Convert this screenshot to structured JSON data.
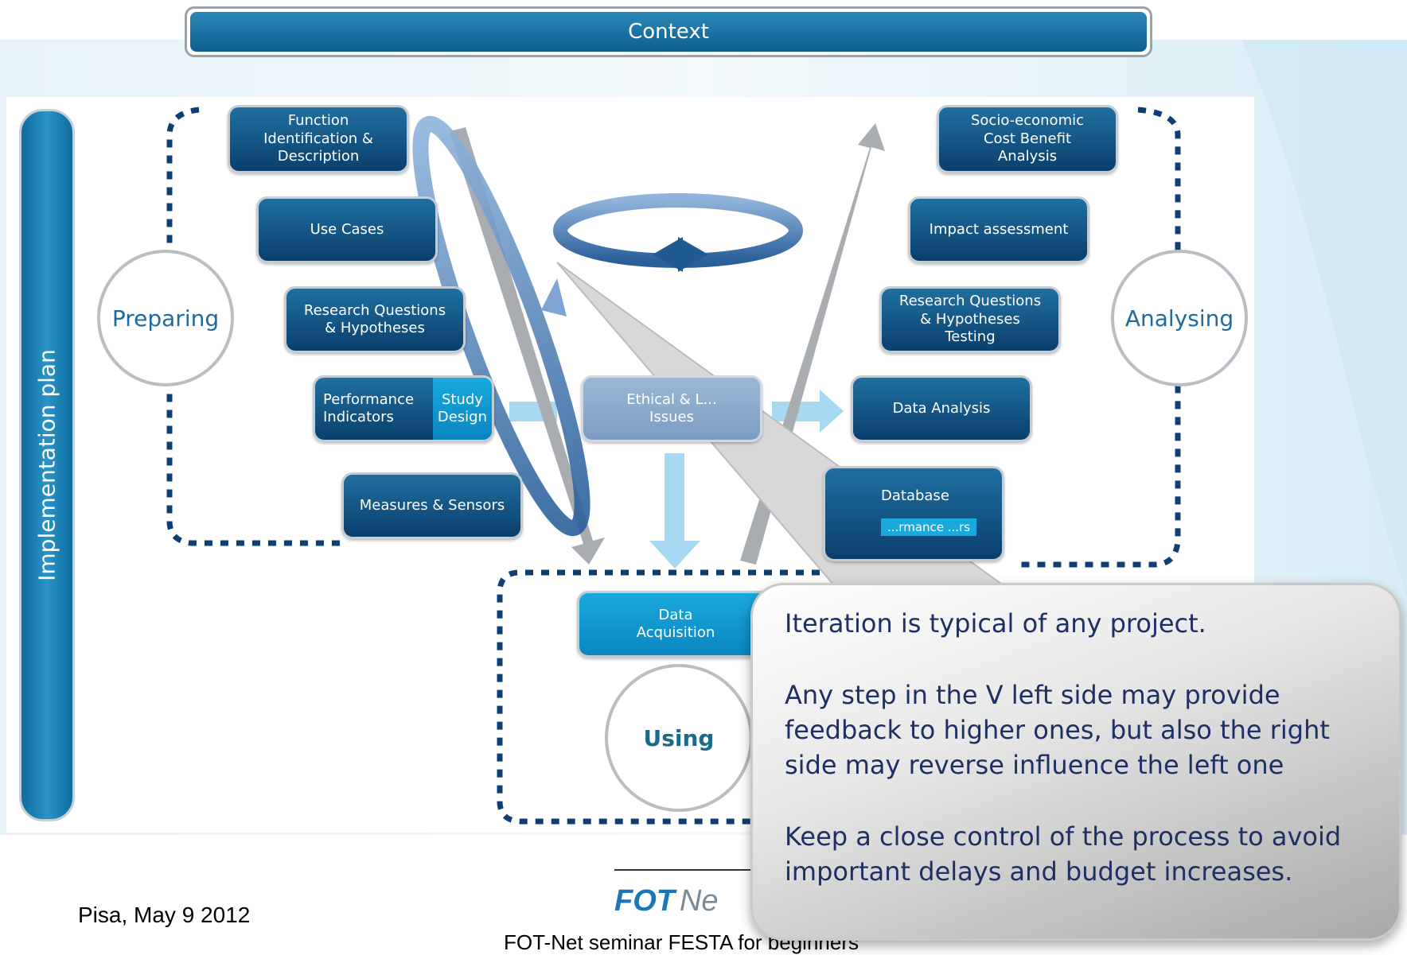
{
  "context": {
    "label": "Context"
  },
  "implementation_plan": {
    "label": "Implementation plan"
  },
  "phases": {
    "preparing": "Preparing",
    "analysing": "Analysing",
    "using": "Using"
  },
  "left_boxes": {
    "function_id": "Function Identification & Description",
    "use_cases": "Use Cases",
    "research_questions": "Research Questions & Hypotheses",
    "performance_indicators": "Performance Indicators",
    "study_design": "Study Design",
    "measures_sensors": "Measures & Sensors"
  },
  "center_boxes": {
    "ethical_legal": "Ethical & L... Issues",
    "data_acquisition": "Data Acquisition"
  },
  "right_boxes": {
    "socio_economic": "Socio-economic Cost Benefit Analysis",
    "impact_assessment": "Impact assessment",
    "rq_testing": "Research Questions & Hypotheses Testing",
    "data_analysis": "Data Analysis",
    "database": "Database",
    "performance_partial": "...rmance ...rs"
  },
  "callout": {
    "line1": "Iteration is typical of any project.",
    "line2": "Any step in the  V left side may provide feedback to higher ones, but also the right side may reverse influence the left one",
    "line3": "Keep a close control  of the process to avoid important delays and  budget increases."
  },
  "footer": {
    "date": "Pisa, May 9 2012",
    "logo": "FOT",
    "logo_partial": "Ne",
    "seminar": "FOT-Net seminar FESTA for beginners"
  },
  "colors": {
    "dark_blue": "#0a3f6c",
    "light_blue": "#1aa9dc",
    "phase_text": "#1f6aa0",
    "callout_text": "#1d2f63"
  }
}
